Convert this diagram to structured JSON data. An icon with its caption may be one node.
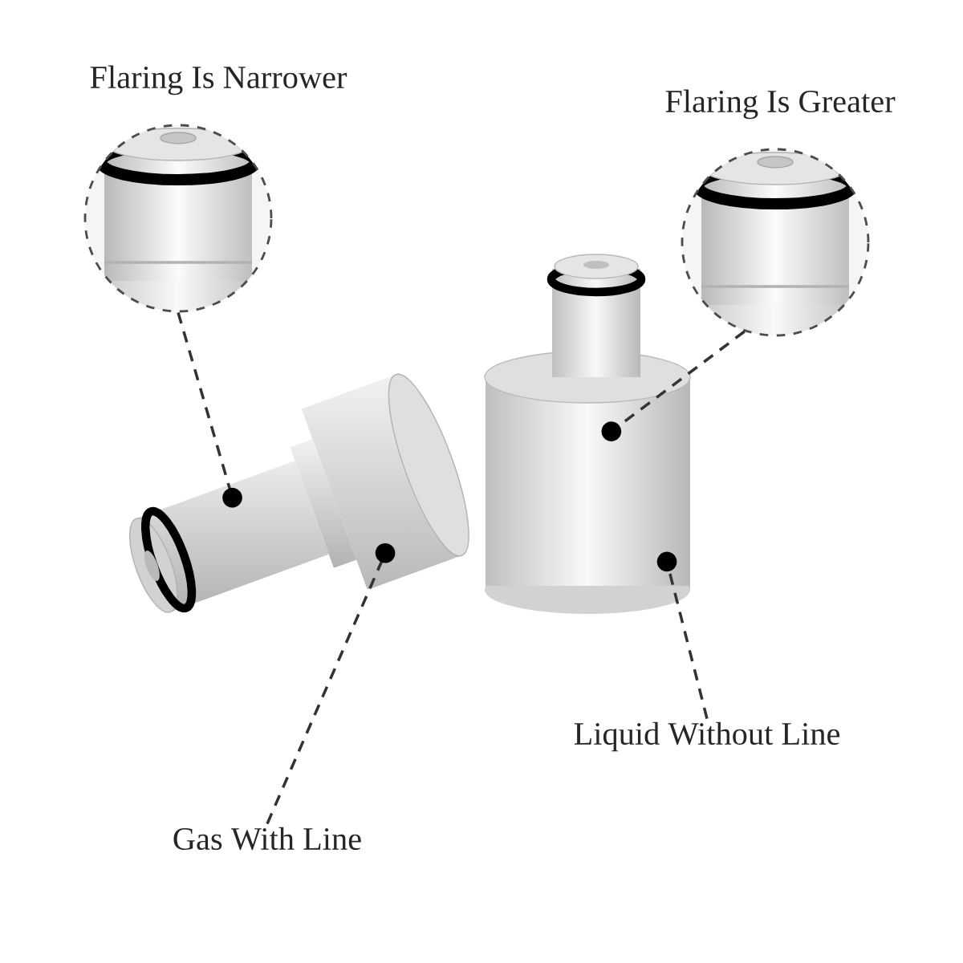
{
  "diagram": {
    "nodes": [
      {
        "text": [
          "Flaring Is Narrower"
        ]
      },
      {
        "text": [
          "Flaring Is Greater"
        ]
      },
      {
        "text": [],
        "shape": "picture"
      },
      {
        "text": [],
        "shape": "picture"
      },
      {
        "text": [
          "Gas With Line"
        ]
      },
      {
        "text": [
          "Liquid Without Line"
        ]
      }
    ],
    "edges": [
      {
        "from": 0,
        "to": 2,
        "arrow": "other",
        "style": "dashed"
      },
      {
        "from": 1,
        "to": 3,
        "arrow": "other",
        "style": "dashed"
      },
      {
        "from": 4,
        "to": 2,
        "arrow": "other",
        "style": "dashed"
      },
      {
        "from": 5,
        "to": 3,
        "arrow": "other",
        "style": "dashed"
      }
    ]
  }
}
